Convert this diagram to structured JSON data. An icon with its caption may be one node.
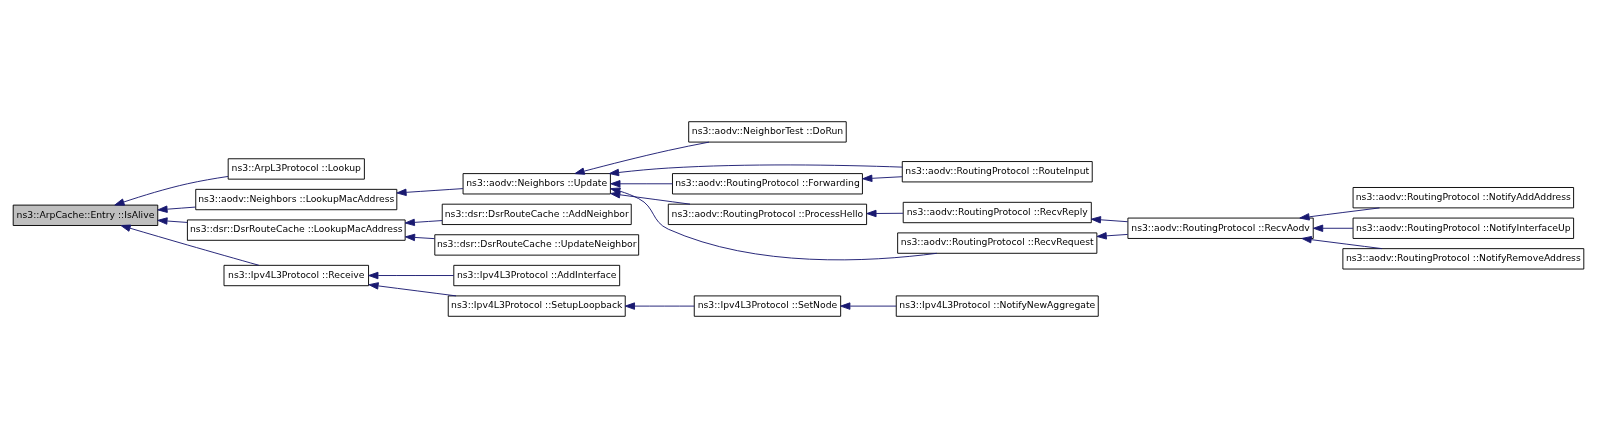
{
  "diagram": {
    "nodes": [
      {
        "text": [
          "ns3::ArpCache::Entry ::IsAlive"
        ]
      },
      {
        "text": [
          "ns3::ArpL3Protocol ::Lookup"
        ]
      },
      {
        "text": [
          "ns3::aodv::Neighbors ::LookupMacAddress"
        ]
      },
      {
        "text": [
          "ns3::dsr::DsrRouteCache ::LookupMacAddress"
        ]
      },
      {
        "text": [
          "ns3::Ipv4L3Protocol ::Receive"
        ]
      },
      {
        "text": [
          "ns3::aodv::Neighbors ::Update"
        ]
      },
      {
        "text": [
          "ns3::dsr::DsrRouteCache ::AddNeighbor"
        ]
      },
      {
        "text": [
          "ns3::dsr::DsrRouteCache ::UpdateNeighbor"
        ]
      },
      {
        "text": [
          "ns3::Ipv4L3Protocol ::AddInterface"
        ]
      },
      {
        "text": [
          "ns3::Ipv4L3Protocol ::SetupLoopback"
        ]
      },
      {
        "text": [
          "ns3::aodv::NeighborTest ::DoRun"
        ]
      },
      {
        "text": [
          "ns3::aodv::RoutingProtocol ::Forwarding"
        ]
      },
      {
        "text": [
          "ns3::aodv::RoutingProtocol ::RouteInput"
        ]
      },
      {
        "text": [
          "ns3::aodv::RoutingProtocol ::ProcessHello"
        ]
      },
      {
        "text": [
          "ns3::aodv::RoutingProtocol ::RecvReply"
        ]
      },
      {
        "text": [
          "ns3::aodv::RoutingProtocol ::RecvRequest"
        ]
      },
      {
        "text": [
          "ns3::aodv::RoutingProtocol ::RecvAodv"
        ]
      },
      {
        "text": [
          "ns3::aodv::RoutingProtocol ::NotifyAddAddress"
        ]
      },
      {
        "text": [
          "ns3::aodv::RoutingProtocol ::NotifyInterfaceUp"
        ]
      },
      {
        "text": [
          "ns3::aodv::RoutingProtocol ::NotifyRemoveAddress"
        ]
      },
      {
        "text": [
          "ns3::Ipv4L3Protocol ::SetNode"
        ]
      },
      {
        "text": [
          "ns3::Ipv4L3Protocol ::NotifyNewAggregate"
        ]
      }
    ],
    "edges": [
      {
        "from": 1,
        "to": 0,
        "arrow": "to"
      },
      {
        "from": 2,
        "to": 0,
        "arrow": "to"
      },
      {
        "from": 3,
        "to": 0,
        "arrow": "to"
      },
      {
        "from": 4,
        "to": 0,
        "arrow": "to"
      },
      {
        "from": 5,
        "to": 2,
        "arrow": "to"
      },
      {
        "from": 6,
        "to": 3,
        "arrow": "to"
      },
      {
        "from": 7,
        "to": 3,
        "arrow": "to"
      },
      {
        "from": 8,
        "to": 4,
        "arrow": "to"
      },
      {
        "from": 9,
        "to": 4,
        "arrow": "to"
      },
      {
        "from": 10,
        "to": 5,
        "arrow": "to"
      },
      {
        "from": 11,
        "to": 5,
        "arrow": "to"
      },
      {
        "from": 12,
        "to": 5,
        "arrow": "to"
      },
      {
        "from": 13,
        "to": 5,
        "arrow": "to"
      },
      {
        "from": 15,
        "to": 5,
        "arrow": "to"
      },
      {
        "from": 12,
        "to": 11,
        "arrow": "to"
      },
      {
        "from": 14,
        "to": 13,
        "arrow": "to"
      },
      {
        "from": 16,
        "to": 14,
        "arrow": "to"
      },
      {
        "from": 16,
        "to": 15,
        "arrow": "to"
      },
      {
        "from": 17,
        "to": 16,
        "arrow": "to"
      },
      {
        "from": 18,
        "to": 16,
        "arrow": "to"
      },
      {
        "from": 19,
        "to": 16,
        "arrow": "to"
      },
      {
        "from": 20,
        "to": 9,
        "arrow": "to"
      },
      {
        "from": 21,
        "to": 20,
        "arrow": "to"
      }
    ]
  }
}
